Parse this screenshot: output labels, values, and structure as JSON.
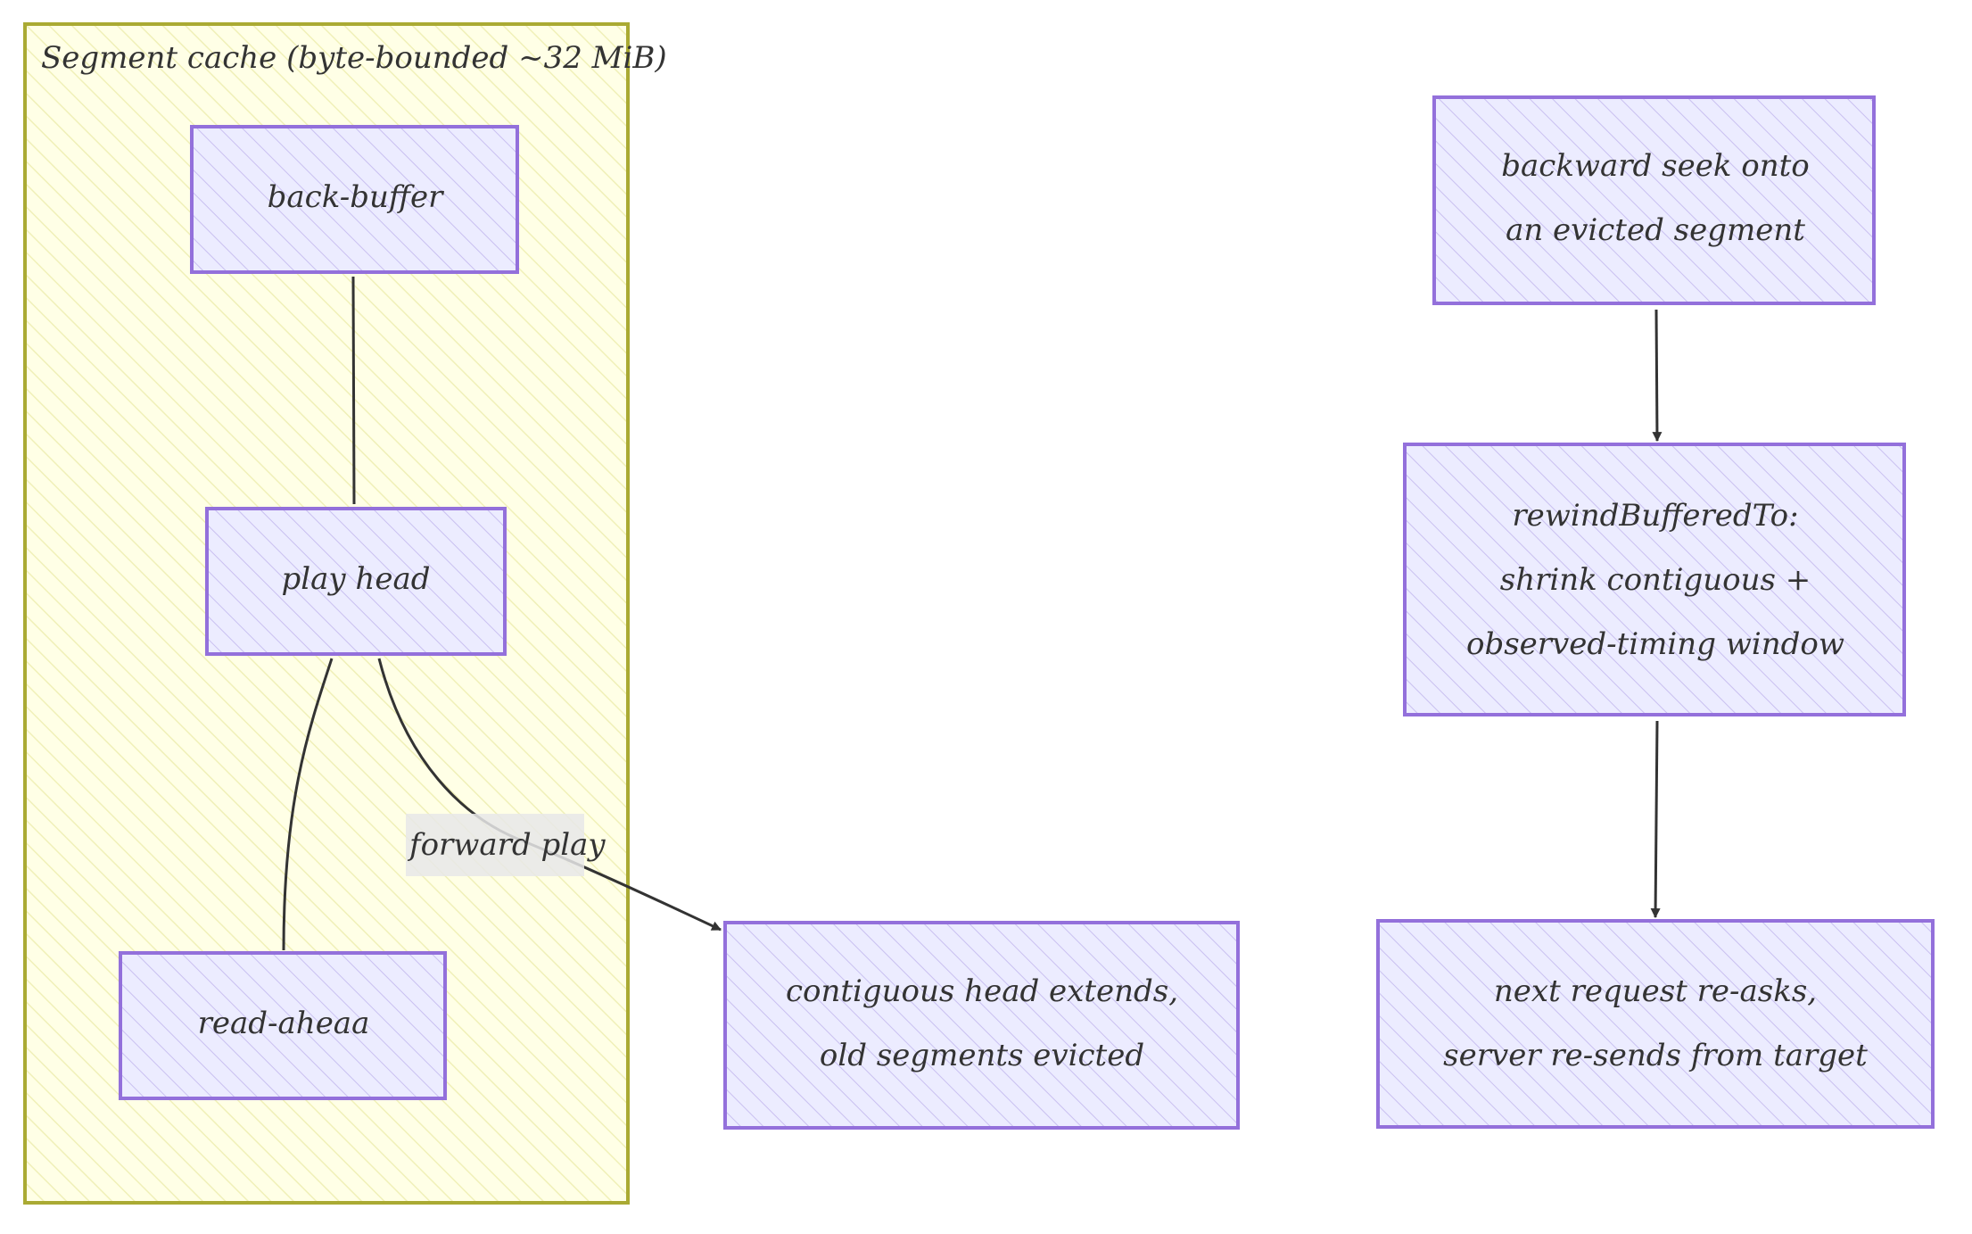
{
  "colors": {
    "node_fill": "#ECECFF",
    "node_stroke": "#9370DB",
    "cluster_fill": "#FFFFDE",
    "cluster_stroke": "#AAAA33",
    "edge": "#333333",
    "edge_label_bg": "#E8E8E8"
  },
  "cluster": {
    "title": "Segment cache (byte-bounded ~32 MiB)"
  },
  "nodes": {
    "back_buffer": {
      "lines": [
        "back-buffer"
      ]
    },
    "play_head": {
      "lines": [
        "play head"
      ]
    },
    "read_ahead": {
      "lines": [
        "read-aheaa"
      ]
    },
    "contiguous": {
      "lines": [
        "contiguous head extends,",
        "old segments evicted"
      ]
    },
    "backward_seek": {
      "lines": [
        "backward seek onto",
        "an evicted segment"
      ]
    },
    "rewind": {
      "lines": [
        "rewindBufferedTo:",
        "shrink contiguous +",
        "observed-timing window"
      ]
    },
    "next_request": {
      "lines": [
        "next request re-asks,",
        "server re-sends from target"
      ]
    }
  },
  "edges": {
    "forward_play_label": "forward play"
  }
}
